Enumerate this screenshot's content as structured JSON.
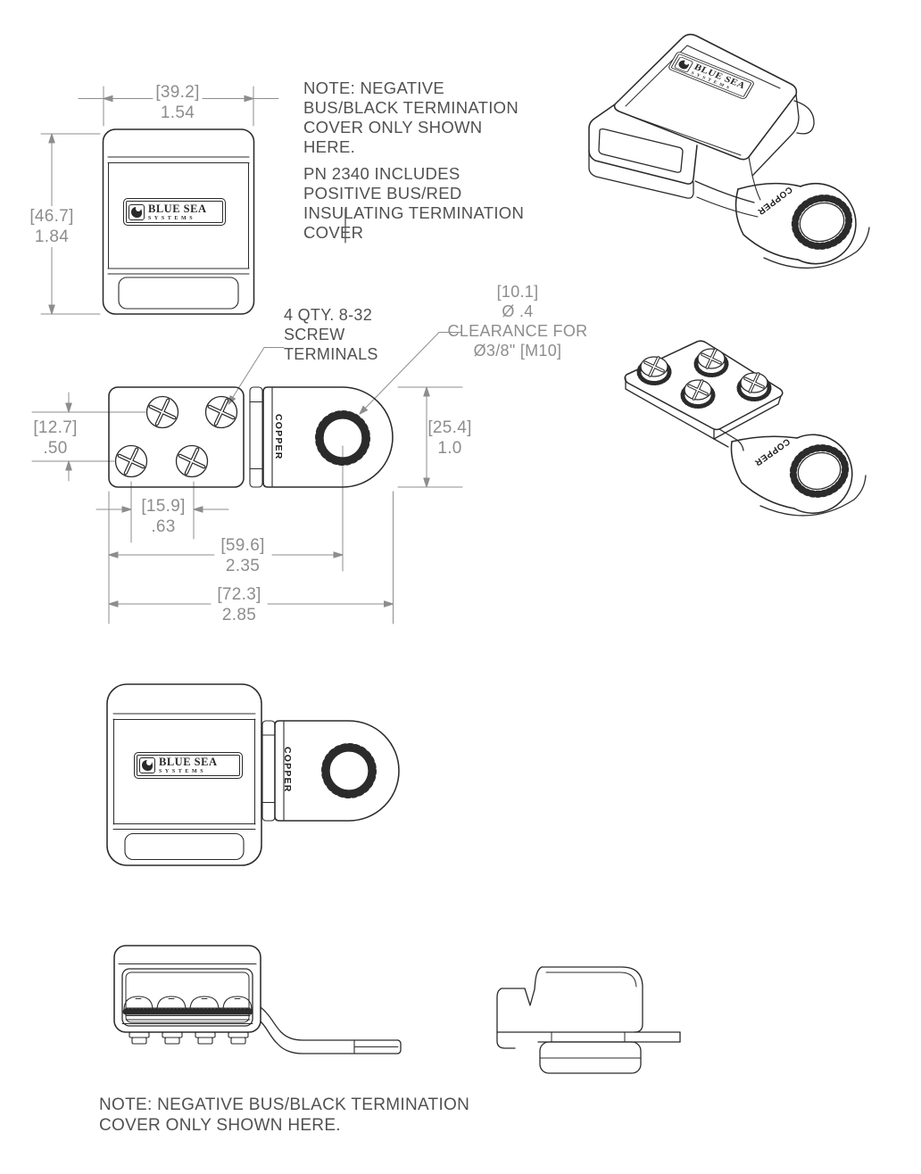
{
  "colors": {
    "background": "#ffffff",
    "drawing_line": "#2b2b2b",
    "dimension": "#8d8d8d",
    "note_text": "#515151"
  },
  "brand": {
    "line1": "BLUE SEA",
    "line2": "SYSTEMS"
  },
  "material_label": "COPPER",
  "notes": {
    "negative_cover": {
      "lines": [
        "NOTE: NEGATIVE",
        "BUS/BLACK TERMINATION",
        "COVER ONLY SHOWN",
        "HERE."
      ]
    },
    "pn_2340": {
      "lines": [
        "PN 2340 INCLUDES",
        "POSITIVE BUS/RED",
        "INSULATING TERMINATION",
        "COVER"
      ]
    },
    "bottom": {
      "lines": [
        "NOTE: NEGATIVE BUS/BLACK TERMINATION",
        "COVER ONLY SHOWN HERE."
      ]
    }
  },
  "callouts": {
    "screw_terminals": {
      "lines": [
        "4 QTY.  8-32",
        "SCREW",
        "TERMINALS"
      ]
    },
    "clearance": {
      "lines": [
        "[10.1]",
        "Ø .4",
        "CLEARANCE FOR",
        "Ø3/8\" [M10]"
      ]
    }
  },
  "dimensions": {
    "cover_width": {
      "metric": "[39.2]",
      "inch": "1.54"
    },
    "cover_height": {
      "metric": "[46.7]",
      "inch": "1.84"
    },
    "screw_row_spacing": {
      "metric": "[12.7]",
      "inch": ".50"
    },
    "screw_column_spacing": {
      "metric": "[15.9]",
      "inch": ".63"
    },
    "hole_center_distance": {
      "metric": "[59.6]",
      "inch": "2.35"
    },
    "overall_length": {
      "metric": "[72.3]",
      "inch": "2.85"
    },
    "tab_width": {
      "metric": "[25.4]",
      "inch": "1.0"
    }
  }
}
